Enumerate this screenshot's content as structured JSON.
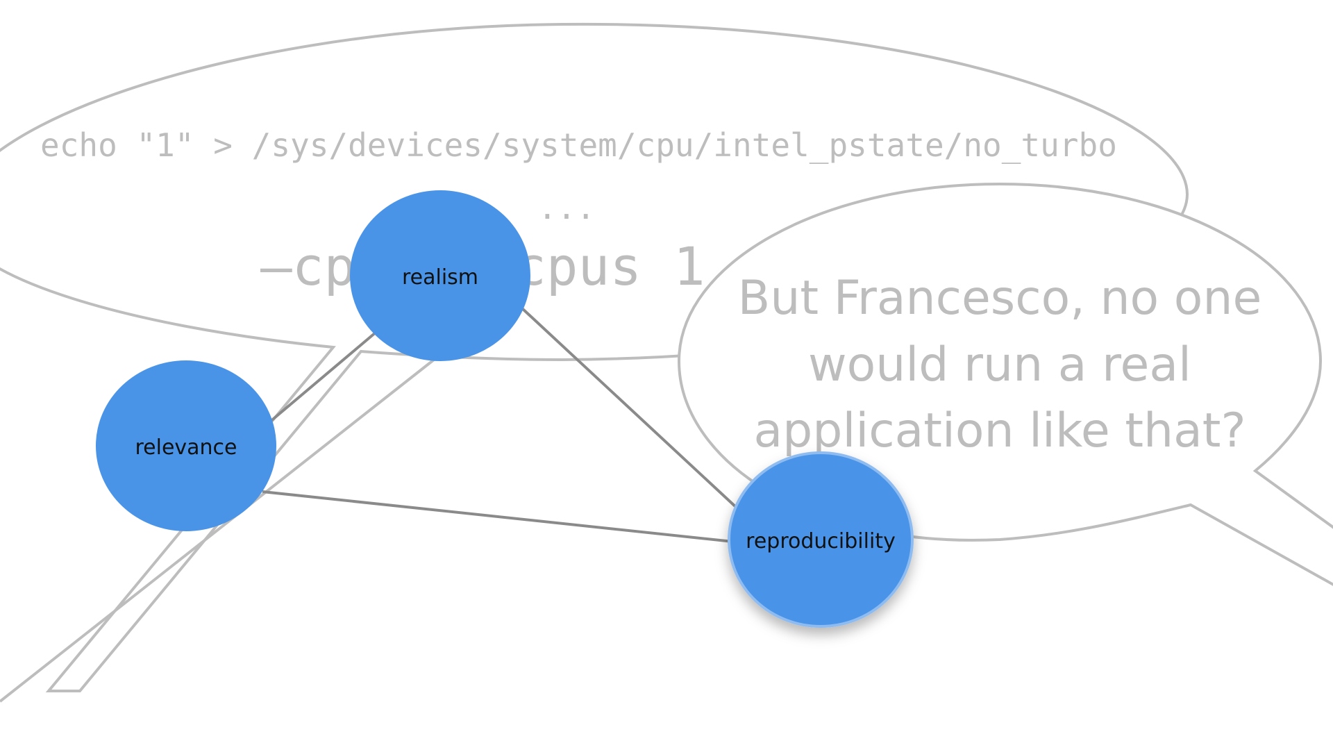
{
  "bubble_left": {
    "command_line": "echo \"1\" > /sys/devices/system/cpu/intel_pstate/no_turbo",
    "ellipsis": "...",
    "cpuset_line": "–cpuset-cpus 1,4"
  },
  "bubble_right": {
    "lines": [
      "But Francesco, no one",
      "would run a real",
      "application like that?"
    ]
  },
  "nodes": {
    "realism": {
      "label": "realism"
    },
    "relevance": {
      "label": "relevance"
    },
    "reproducibility": {
      "label": "reproducibility"
    }
  },
  "colors": {
    "node_fill": "#4a94e8",
    "node_text": "#111111",
    "edge": "#8a8a8a",
    "bubble_stroke": "#bdbdbd",
    "bubble_text": "#bdbdbd",
    "background": "#ffffff"
  }
}
